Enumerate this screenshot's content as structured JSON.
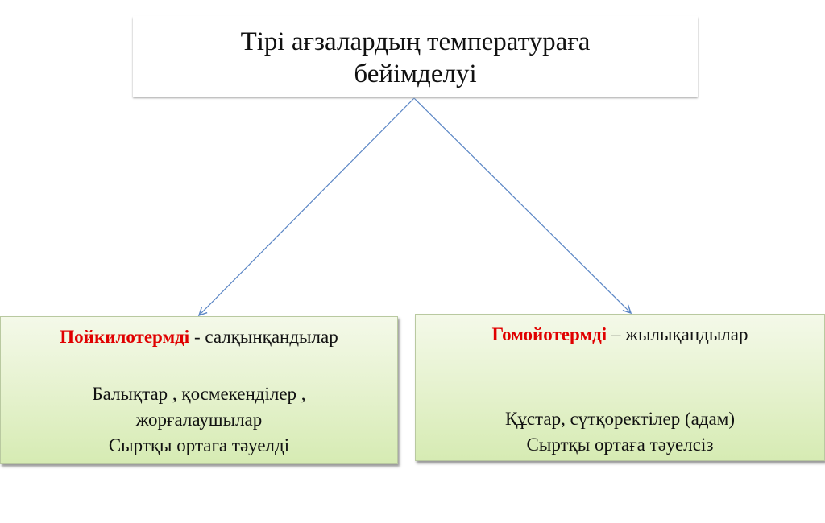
{
  "title": {
    "line1": "Тірі ағзалардың температураға",
    "line2": "бейімделуі"
  },
  "left_box": {
    "term": "Пойкилотермді",
    "term_desc": " - салқынқандылар",
    "examples_1": "Балықтар , қосмекенділер ,",
    "examples_2": "жорғалаушылар",
    "dependency": "Сыртқы ортаға тәуелді"
  },
  "right_box": {
    "term": "Гомойотермді",
    "term_desc": " – жылықандылар",
    "examples": "Құстар, сүтқоректілер (адам)",
    "dependency": "Сыртқы ортаға тәуелсіз"
  },
  "colors": {
    "term": "#e00000",
    "arrow": "#5b86c5"
  }
}
